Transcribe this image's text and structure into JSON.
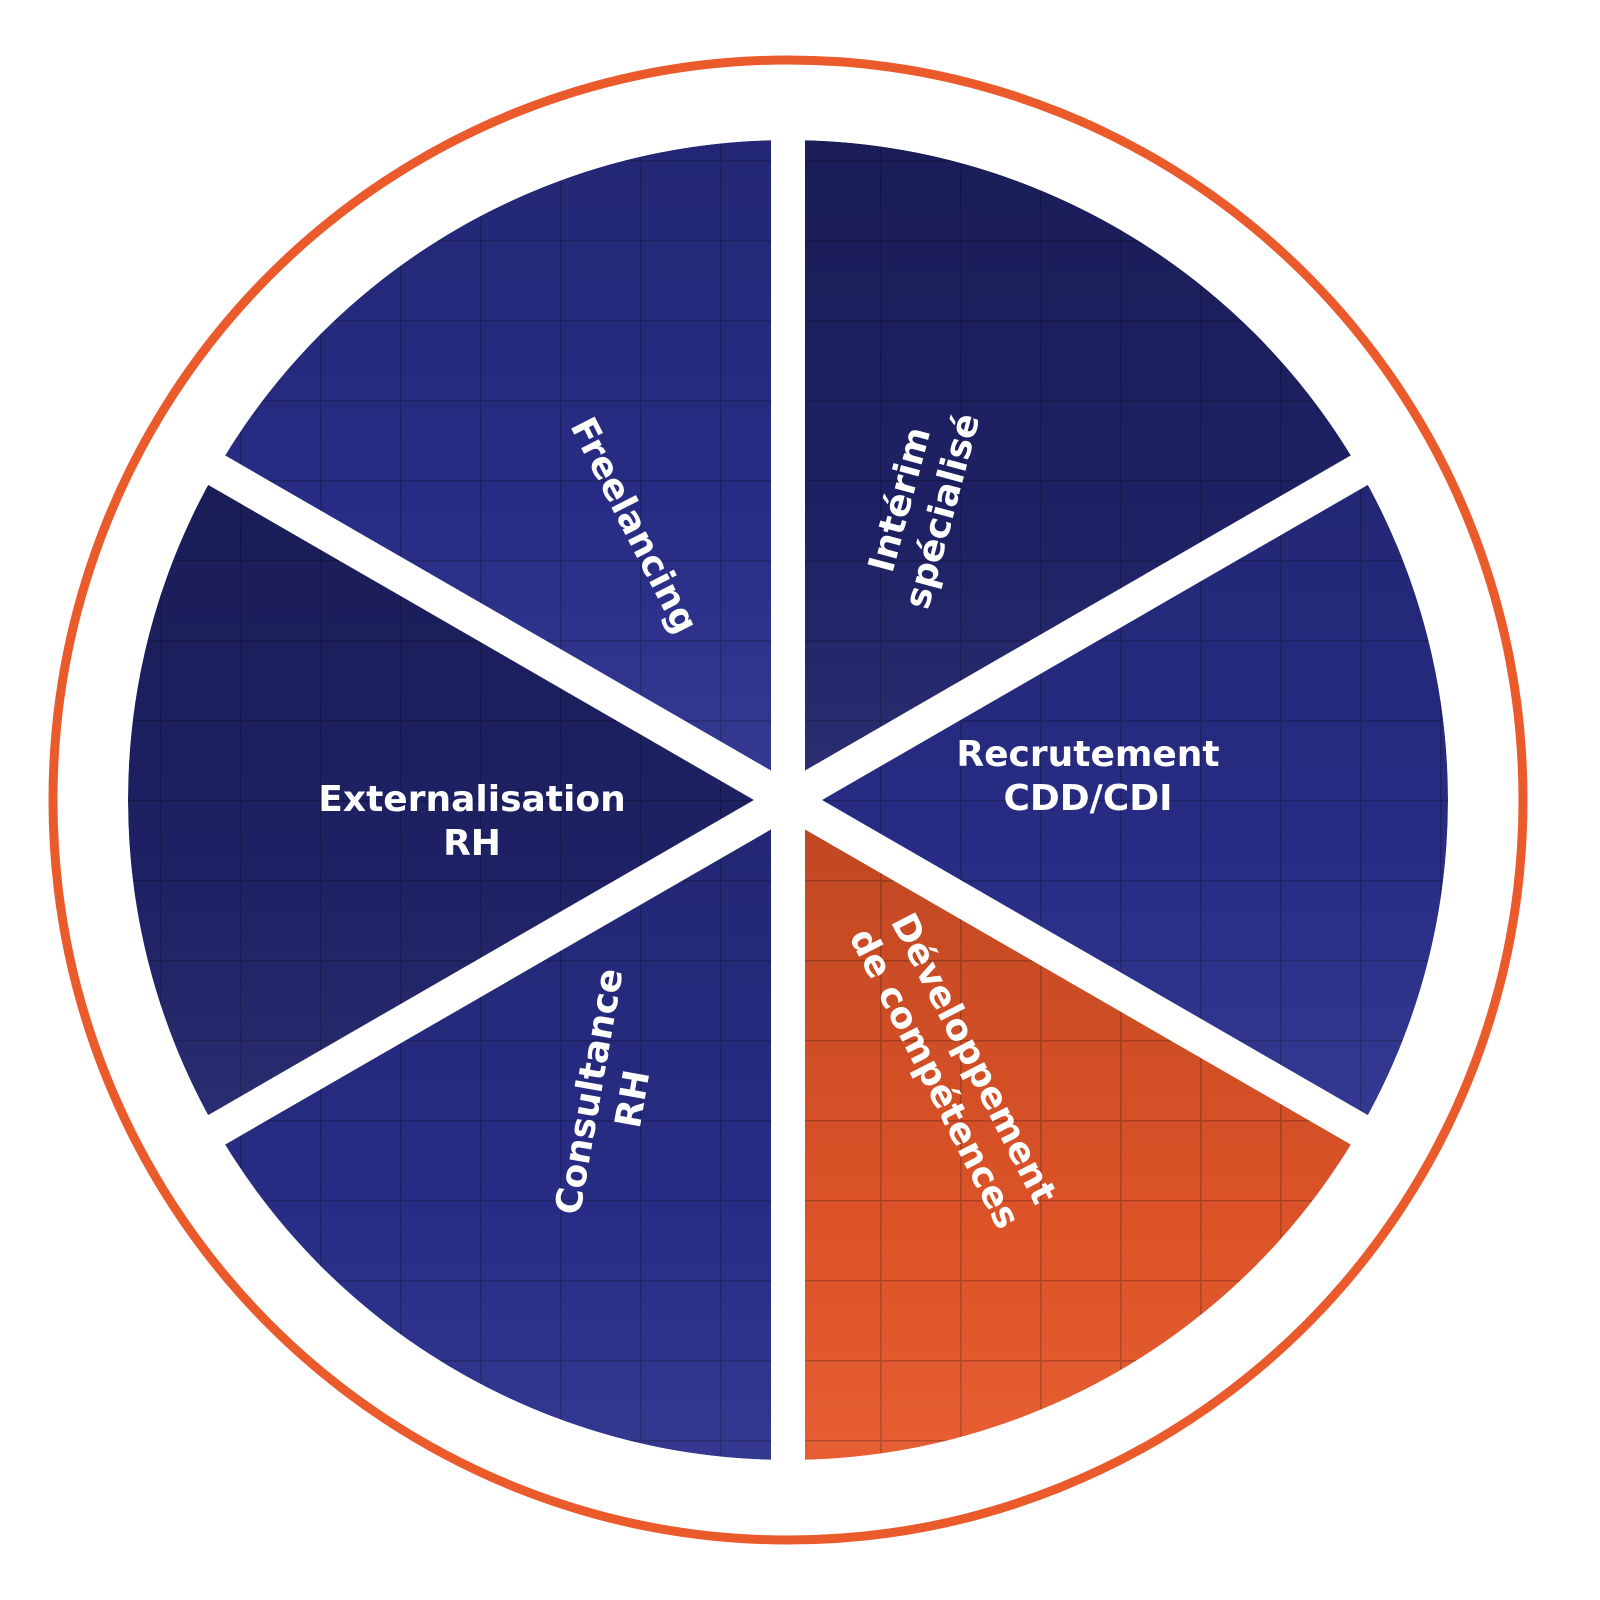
{
  "colors": {
    "ring": "#EB5A2A",
    "navy": "#2A2F8C",
    "navy_dark": "#1F2369",
    "orange": "#E8572A",
    "divider": "#ffffff"
  },
  "segments": [
    {
      "id": "interim",
      "lines": [
        "Intérim",
        "spécialisé"
      ],
      "color": "navy_dark"
    },
    {
      "id": "recrutement",
      "lines": [
        "Recrutement",
        "CDD/CDI"
      ],
      "color": "navy"
    },
    {
      "id": "developpement",
      "lines": [
        "Développement",
        "de compétences"
      ],
      "color": "orange"
    },
    {
      "id": "consultance",
      "lines": [
        "Consultance",
        "RH"
      ],
      "color": "navy"
    },
    {
      "id": "externalisation",
      "lines": [
        "Externalisation",
        "RH"
      ],
      "color": "navy_dark"
    },
    {
      "id": "freelancing",
      "lines": [
        "Freelancing"
      ],
      "color": "navy"
    }
  ]
}
